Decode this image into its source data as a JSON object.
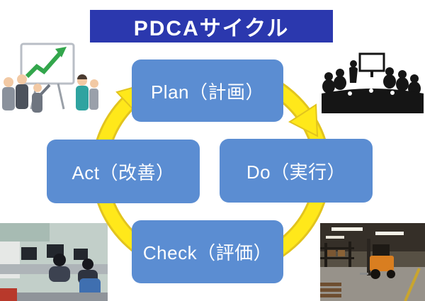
{
  "title": {
    "text": "PDCAサイクル"
  },
  "cycle": {
    "plan": "Plan（計画）",
    "do": "Do（実行）",
    "check": "Check（評価）",
    "act": "Act（改善）"
  },
  "images": {
    "top_left": "business-presentation-illustration",
    "top_right": "meeting-silhouette-clipart",
    "bottom_left": "office-desk-work-photo",
    "bottom_right": "warehouse-forklift-photo"
  },
  "colors": {
    "title_bg": "#2B38AE",
    "box_bg": "#5B8DD2",
    "arrow": "#FFE81A",
    "arrow_edge": "#E2C41E",
    "text": "#FFFFFF"
  }
}
